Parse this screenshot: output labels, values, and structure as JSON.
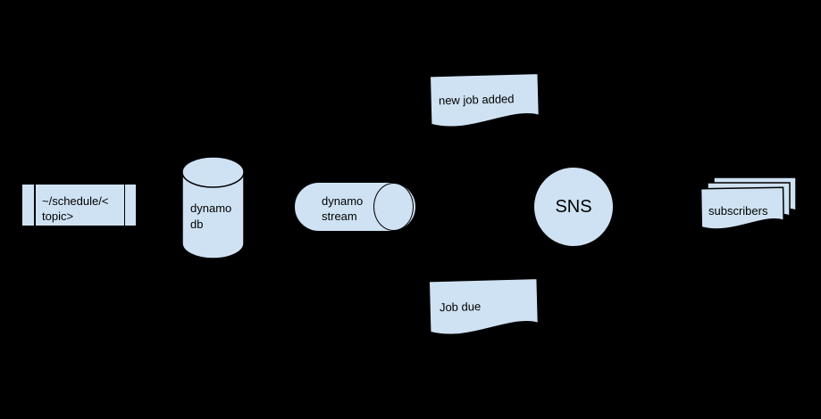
{
  "colors": {
    "background": "#000000",
    "shape_fill": "#cfe2f3",
    "shape_stroke": "#000000",
    "text": "#000000"
  },
  "diagram": {
    "description": "flowchart of a scheduled-job notification pipeline",
    "nodes": {
      "schedule": {
        "shape": "predefined-process",
        "label": "~/schedule/<\ntopic>"
      },
      "dynamo_db": {
        "shape": "database-cylinder",
        "label": "dynamo\ndb"
      },
      "dynamo_stream": {
        "shape": "horizontal-cylinder",
        "label": "dynamo\nstream"
      },
      "new_job_added": {
        "shape": "document",
        "label": "new job added"
      },
      "job_due": {
        "shape": "document",
        "label": "Job due"
      },
      "sns": {
        "shape": "circle",
        "label": "SNS"
      },
      "subscribers": {
        "shape": "document-stack",
        "stack_count": 3,
        "label": "subscribers"
      }
    }
  }
}
